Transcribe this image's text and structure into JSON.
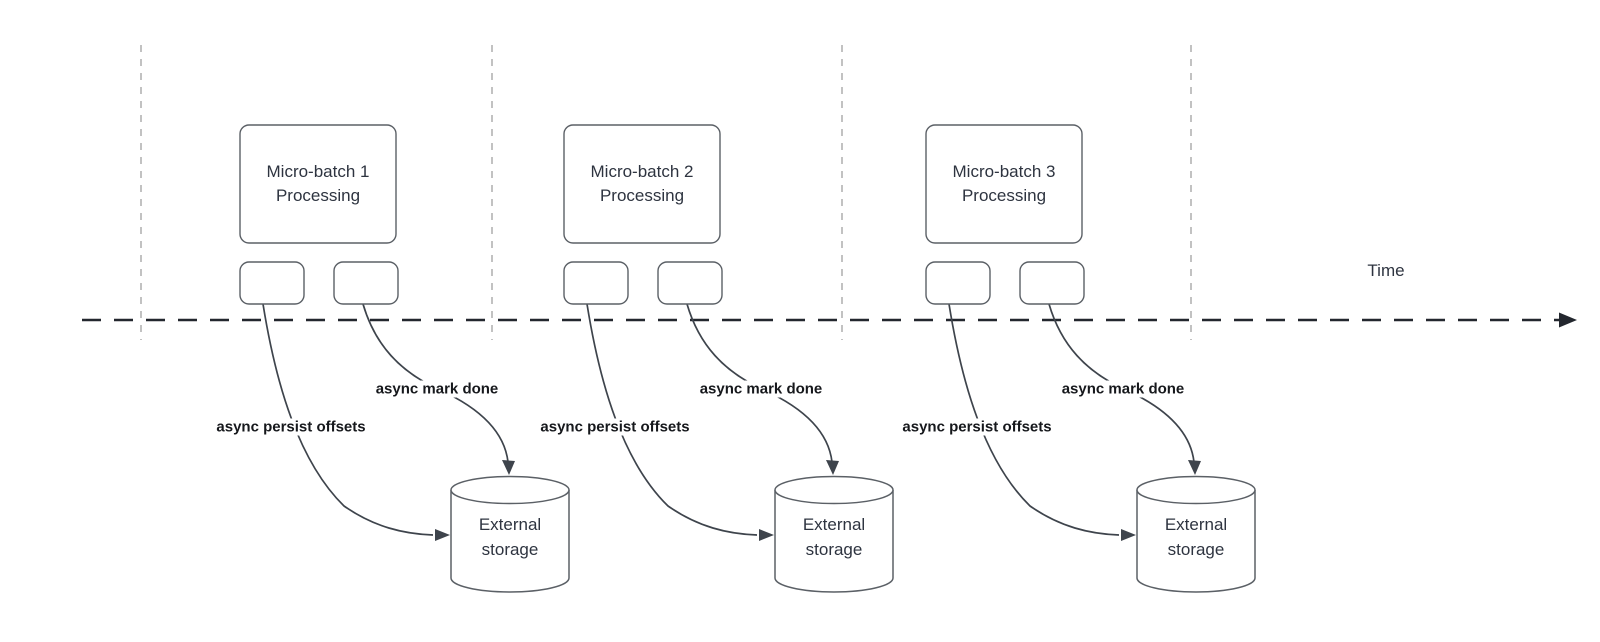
{
  "diagram": {
    "time_label": "Time",
    "colors": {
      "shape_stroke": "#5b6066",
      "arrow_stroke": "#3e444c",
      "timeline_stroke": "#23272e",
      "guide_stroke": "#b3b3b3",
      "text": "#2e3440",
      "label_text": "#16181c",
      "background": "#ffffff"
    },
    "batches": [
      {
        "title": "Micro-batch 1\nProcessing",
        "persist_label": "async persist offsets",
        "done_label": "async mark done",
        "storage_label": "External\nstorage"
      },
      {
        "title": "Micro-batch 2\nProcessing",
        "persist_label": "async persist offsets",
        "done_label": "async mark done",
        "storage_label": "External\nstorage"
      },
      {
        "title": "Micro-batch 3\nProcessing",
        "persist_label": "async persist offsets",
        "done_label": "async mark done",
        "storage_label": "External\nstorage"
      }
    ]
  }
}
